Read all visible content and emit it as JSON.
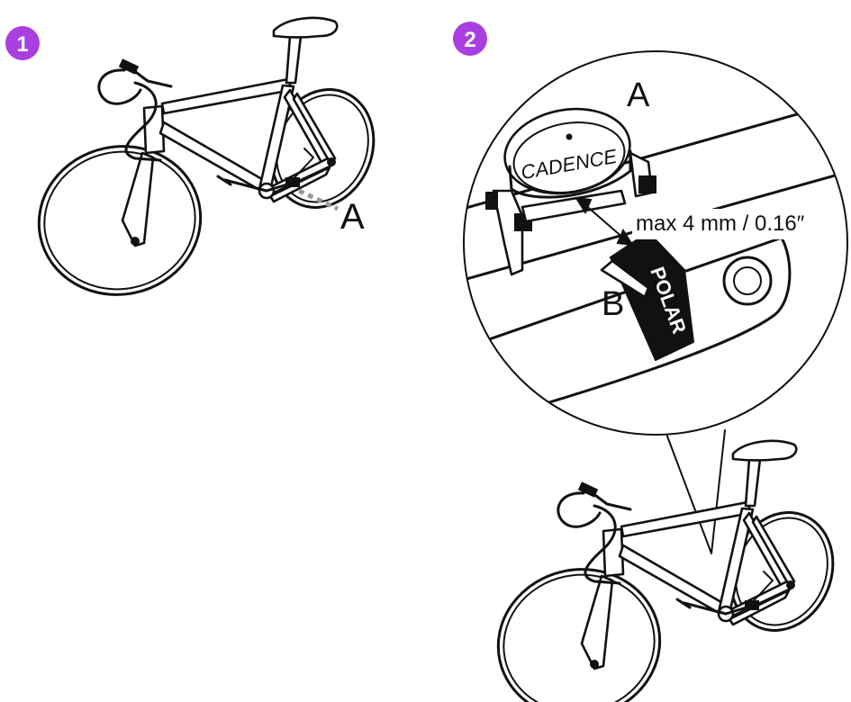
{
  "steps": [
    {
      "number": "1",
      "badge_color": "#a93fe0"
    },
    {
      "number": "2",
      "badge_color": "#a93fe0"
    }
  ],
  "callouts": {
    "step1_sensor_label": "A",
    "zoom_sensor_label": "A",
    "zoom_magnet_label": "B",
    "sensor_text": "CADENCE",
    "magnet_text": "POLAR",
    "max_distance": "max 4 mm / 0.16″"
  },
  "colors": {
    "line": "#111111",
    "dashed_leader": "#9a9a9a"
  }
}
